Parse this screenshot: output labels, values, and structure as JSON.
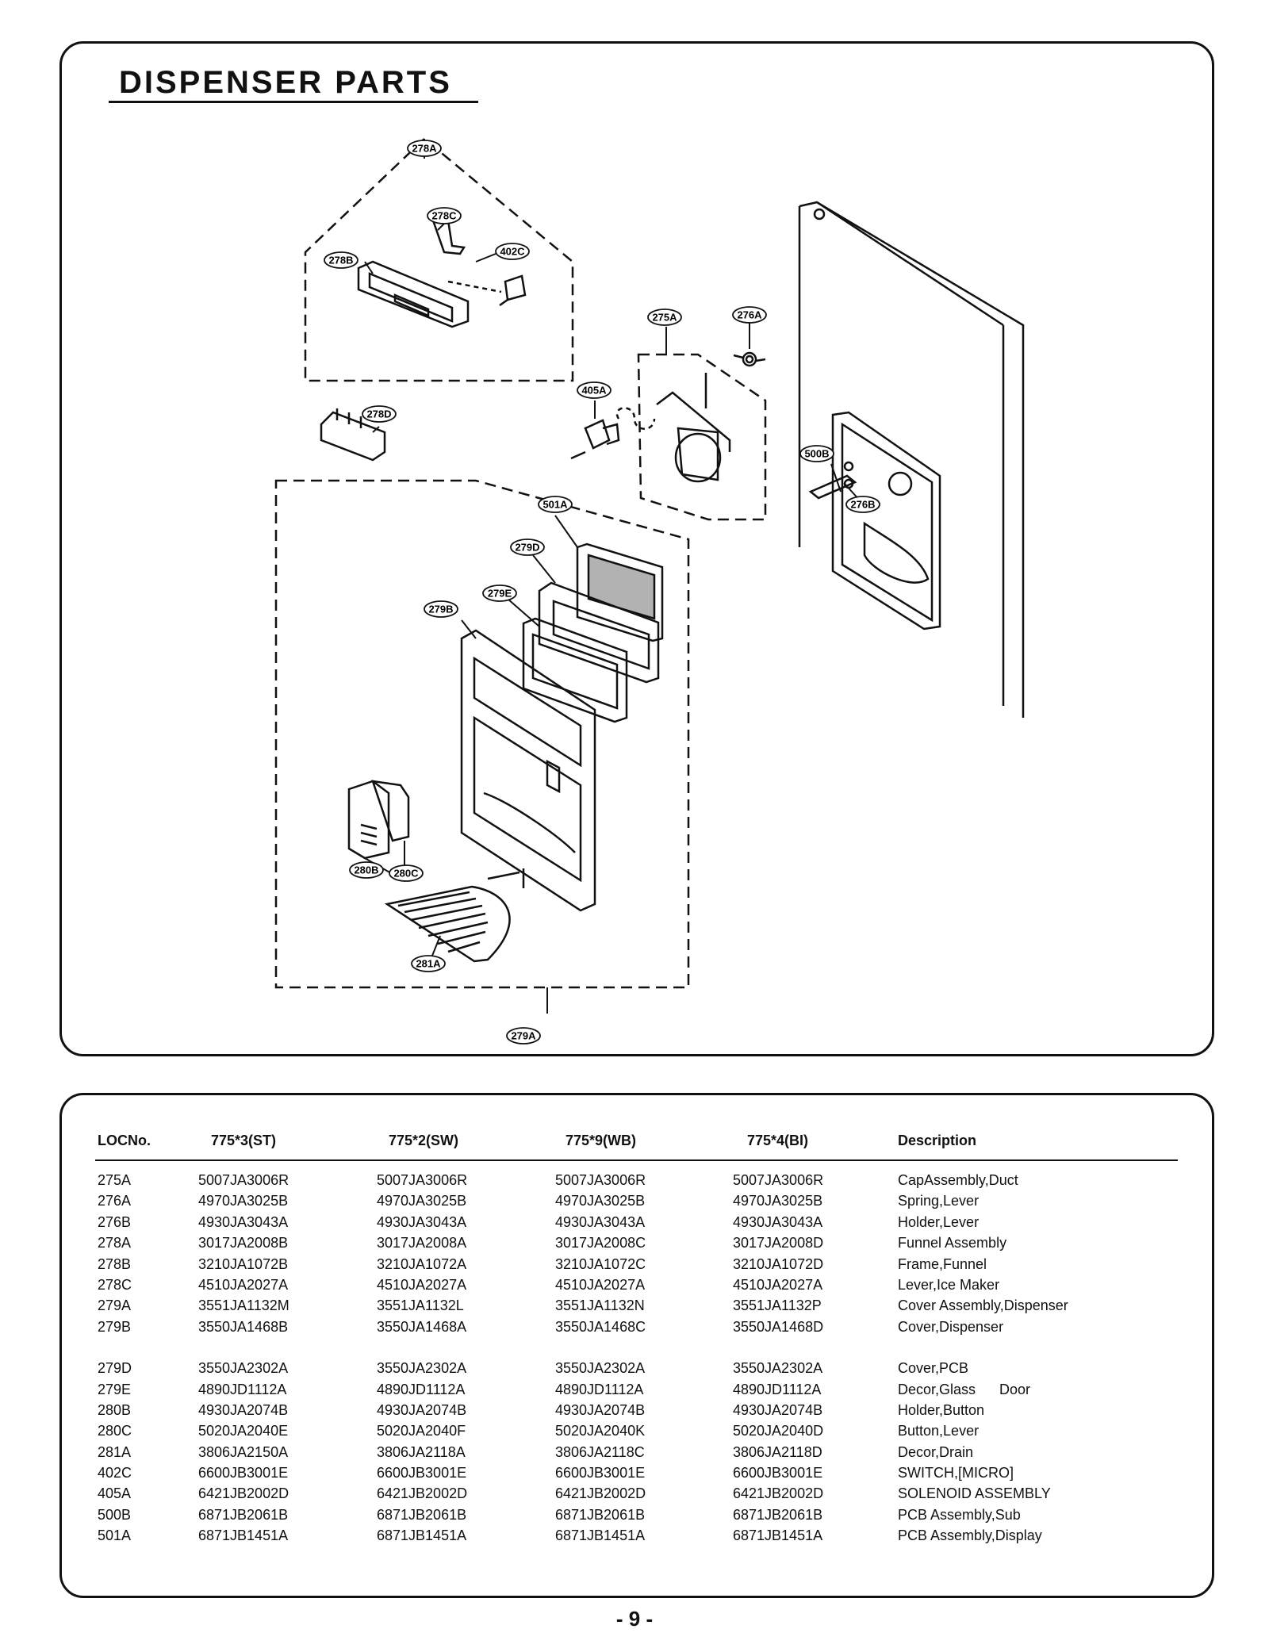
{
  "page": {
    "title": "DISPENSER PARTS",
    "page_number": "- 9 -"
  },
  "diagram": {
    "callouts": [
      "278A",
      "278C",
      "278B",
      "402C",
      "275A",
      "276A",
      "405A",
      "278D",
      "500B",
      "276B",
      "501A",
      "279D",
      "279E",
      "279B",
      "280B",
      "280C",
      "281A",
      "279A"
    ]
  },
  "table": {
    "headers": [
      "LOCNo.",
      "775*3(ST)",
      "775*2(SW)",
      "775*9(WB)",
      "775*4(BI)",
      "Description"
    ],
    "group1": [
      [
        "275A",
        "5007JA3006R",
        "5007JA3006R",
        "5007JA3006R",
        "5007JA3006R",
        "CapAssembly,Duct"
      ],
      [
        "276A",
        "4970JA3025B",
        "4970JA3025B",
        "4970JA3025B",
        "4970JA3025B",
        "Spring,Lever"
      ],
      [
        "276B",
        "4930JA3043A",
        "4930JA3043A",
        "4930JA3043A",
        "4930JA3043A",
        "Holder,Lever"
      ],
      [
        "278A",
        "3017JA2008B",
        "3017JA2008A",
        "3017JA2008C",
        "3017JA2008D",
        "Funnel Assembly"
      ],
      [
        "278B",
        "3210JA1072B",
        "3210JA1072A",
        "3210JA1072C",
        "3210JA1072D",
        "Frame,Funnel"
      ],
      [
        "278C",
        "4510JA2027A",
        "4510JA2027A",
        "4510JA2027A",
        "4510JA2027A",
        "Lever,Ice Maker"
      ],
      [
        "279A",
        "3551JA1132M",
        "3551JA1132L",
        "3551JA1132N",
        "3551JA1132P",
        "Cover Assembly,Dispenser"
      ],
      [
        "279B",
        "3550JA1468B",
        "3550JA1468A",
        "3550JA1468C",
        "3550JA1468D",
        "Cover,Dispenser"
      ]
    ],
    "group2": [
      [
        "279D",
        "3550JA2302A",
        "3550JA2302A",
        "3550JA2302A",
        "3550JA2302A",
        "Cover,PCB"
      ],
      [
        "279E",
        "4890JD1112A",
        "4890JD1112A",
        "4890JD1112A",
        "4890JD1112A",
        "Decor,Glass      Door"
      ],
      [
        "280B",
        "4930JA2074B",
        "4930JA2074B",
        "4930JA2074B",
        "4930JA2074B",
        "Holder,Button"
      ],
      [
        "280C",
        "5020JA2040E",
        "5020JA2040F",
        "5020JA2040K",
        "5020JA2040D",
        "Button,Lever"
      ],
      [
        "281A",
        "3806JA2150A",
        "3806JA2118A",
        "3806JA2118C",
        "3806JA2118D",
        "Decor,Drain"
      ],
      [
        "402C",
        "6600JB3001E",
        "6600JB3001E",
        "6600JB3001E",
        "6600JB3001E",
        "SWITCH,[MICRO]"
      ],
      [
        "405A",
        "6421JB2002D",
        "6421JB2002D",
        "6421JB2002D",
        "6421JB2002D",
        "SOLENOID ASSEMBLY"
      ],
      [
        "500B",
        "6871JB2061B",
        "6871JB2061B",
        "6871JB2061B",
        "6871JB2061B",
        "PCB Assembly,Sub"
      ],
      [
        "501A",
        "6871JB1451A",
        "6871JB1451A",
        "6871JB1451A",
        "6871JB1451A",
        "PCB Assembly,Display"
      ]
    ]
  }
}
